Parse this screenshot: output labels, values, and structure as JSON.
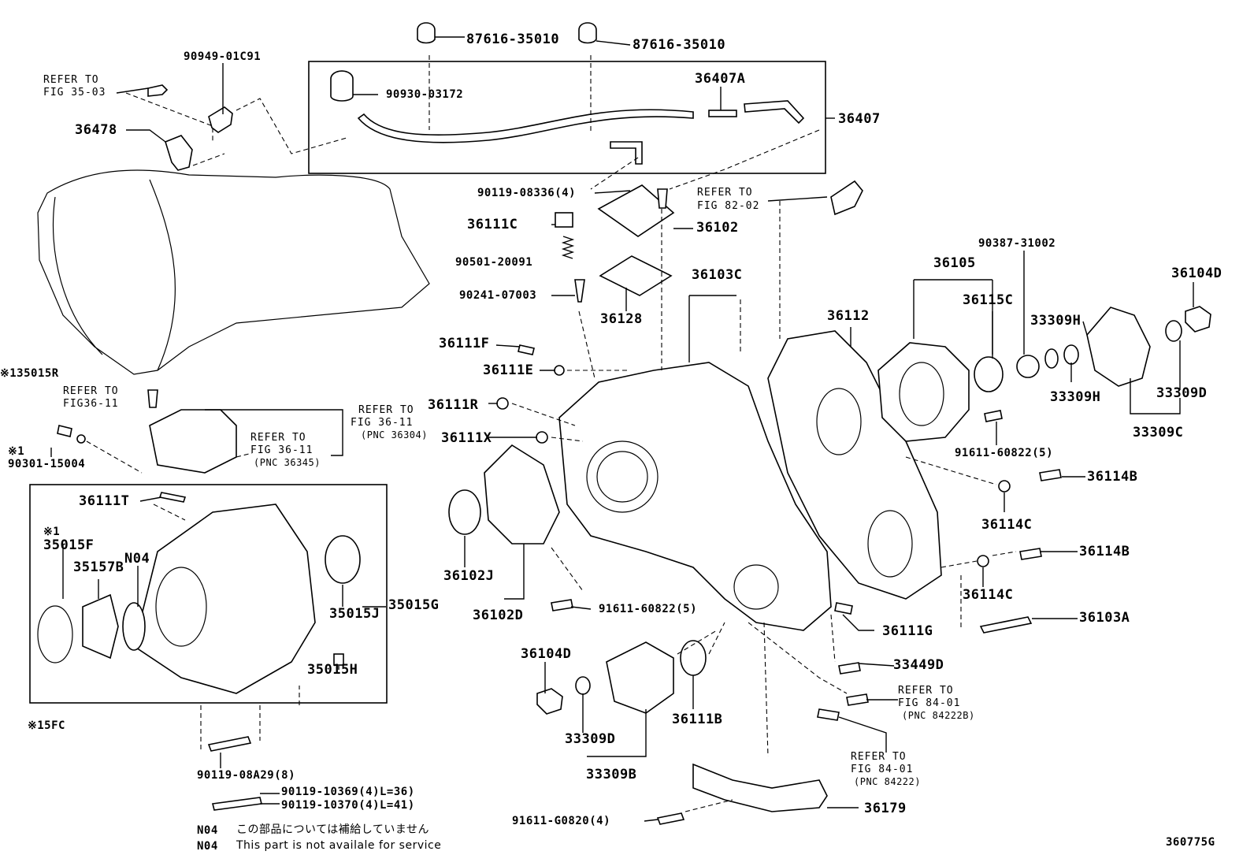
{
  "labels": {
    "p87616_a": "87616-35010",
    "p87616_b": "87616-35010",
    "p90949": "90949-01C91",
    "refer_fig3503_a": "REFER TO",
    "refer_fig3503_b": "FIG 35-03",
    "p90930": "90930-03172",
    "p36407A": "36407A",
    "p36407": "36407",
    "p36478": "36478",
    "p90119_08336": "90119-08336(4)",
    "refer_fig8202_a": "REFER TO",
    "refer_fig8202_b": "FIG 82-02",
    "p36111C": "36111C",
    "p36102": "36102",
    "p90501": "90501-20091",
    "p90387": "90387-31002",
    "p36105": "36105",
    "p36104D_r": "36104D",
    "p90241": "90241-07003",
    "p36128": "36128",
    "p36103C": "36103C",
    "p36115C": "36115C",
    "p36112": "36112",
    "p33309H_a": "33309H",
    "p36111F": "36111F",
    "p36111E": "36111E",
    "p33309H_b": "33309H",
    "p33309D_r": "33309D",
    "p135015R": "※135015R",
    "refer_fig3611_a1": "REFER TO",
    "refer_fig3611_a2": "FIG36-11",
    "p36111R": "36111R",
    "refer_fig3611_b1": "REFER TO",
    "refer_fig3611_b2": "FIG 36-11",
    "refer_fig3611_b3": "(PNC 36304)",
    "p36111X": "36111X",
    "p33309C": "33309C",
    "refer_fig3611_c1": "REFER TO",
    "refer_fig3611_c2": "FIG 36-11",
    "refer_fig3611_c3": "(PNC 36345)",
    "p91611_60822_a": "91611-60822(5)",
    "mark1_a": "※1",
    "p90301": "90301-15004",
    "p36114B_a": "36114B",
    "p36111T": "36111T",
    "p36114C_a": "36114C",
    "mark1_b": "※1",
    "p35015F": "35015F",
    "p35157B": "35157B",
    "pN04": "N04",
    "p36102J": "36102J",
    "p36114B_b": "36114B",
    "p36114C_b": "36114C",
    "p35015J": "35015J",
    "p35015G": "35015G",
    "p36102D": "36102D",
    "p91611_60822_b": "91611-60822(5)",
    "p36103A": "36103A",
    "p36111G": "36111G",
    "p35015H": "35015H",
    "p36104D_l": "36104D",
    "p33449D": "33449D",
    "refer_fig8401_a1": "REFER TO",
    "refer_fig8401_a2": "FIG 84-01",
    "refer_fig8401_a3": "(PNC 84222B)",
    "p15FC": "※15FC",
    "p33309D_l": "33309D",
    "p36111B": "36111B",
    "p33309B": "33309B",
    "p90119_08A29": "90119-08A29(8)",
    "refer_fig8401_b1": "REFER TO",
    "refer_fig8401_b2": "FIG 84-01",
    "refer_fig8401_b3": "(PNC 84222)",
    "p90119_10369": "90119-10369(4)L=36)",
    "p90119_10370": "90119-10370(4)L=41)",
    "p36179": "36179",
    "p91611_G0820": "91611-G0820(4)",
    "note_jp_code": "N04",
    "note_jp": "この部品については補給していません",
    "note_en_code": "N04",
    "note_en": "This part is not availale for service",
    "fig_id": "360775G"
  }
}
